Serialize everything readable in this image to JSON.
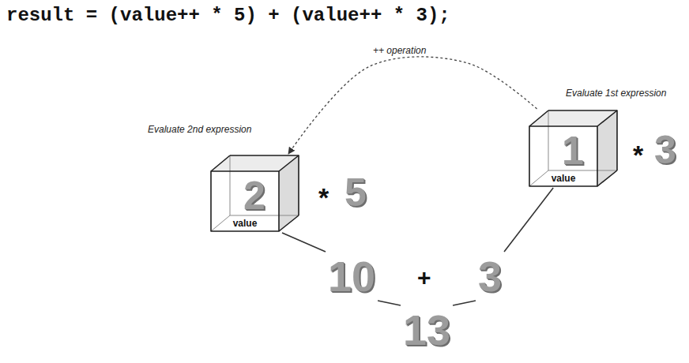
{
  "diagram": {
    "title": "result = (value++ * 5) + (value++ * 3);",
    "nodes": [
      {
        "text": [
          "Evaluate 2nd expression",
          "2",
          "value"
        ]
      },
      {
        "text": [
          "Evaluate 1st expression",
          "1",
          "value"
        ]
      },
      {
        "text": [
          "10"
        ]
      },
      {
        "text": [
          "3"
        ]
      },
      {
        "text": [
          "13"
        ]
      }
    ],
    "edges": [
      {
        "from": 1,
        "to": 0,
        "arrow": "to",
        "label": "++ operation"
      },
      {
        "from": 0,
        "to": 2,
        "arrow": "none"
      },
      {
        "from": 1,
        "to": 3,
        "arrow": "none"
      },
      {
        "from": 2,
        "to": 4,
        "arrow": "none"
      },
      {
        "from": 3,
        "to": 4,
        "arrow": "none"
      }
    ],
    "labels": [
      "*",
      "3",
      "*",
      "5",
      "+"
    ]
  }
}
